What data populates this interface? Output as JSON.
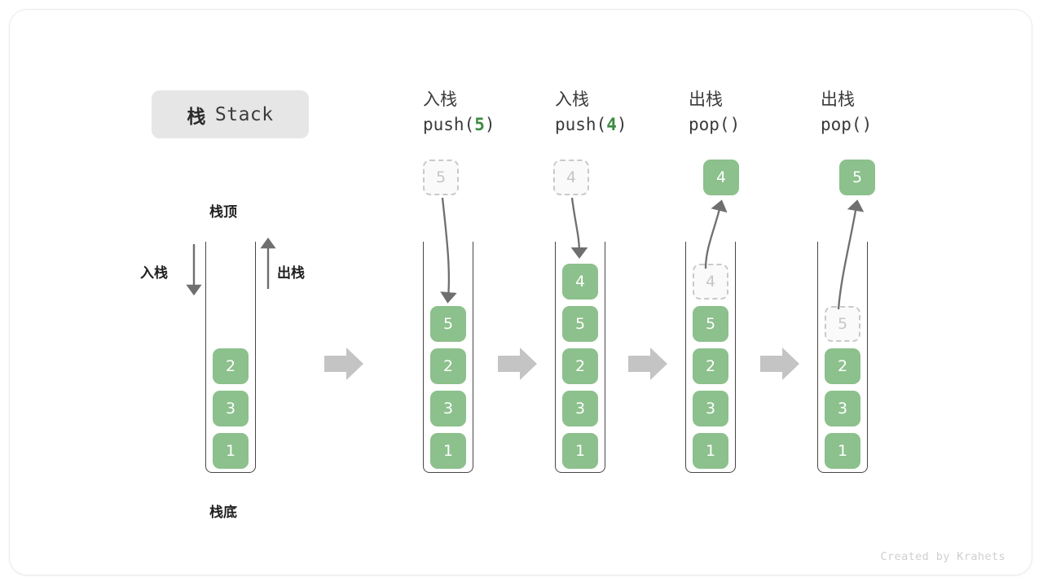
{
  "title": {
    "cn": "栈",
    "en": "Stack"
  },
  "labels": {
    "top": "栈顶",
    "bottom": "栈底",
    "push": "入栈",
    "pop": "出栈"
  },
  "footer": "Created by Krahets",
  "colors": {
    "element_green": "#8cc08c",
    "arrow_gray": "#c4c4c4",
    "ghost_border": "#c9c9c9",
    "accent_green_text": "#3d8b40",
    "badge_bg": "#e6e6e6"
  },
  "stages": [
    {
      "id": "initial",
      "op_cn": "",
      "op_code": "",
      "op_arg": "",
      "float_box": null,
      "cells": [
        {
          "value": "2",
          "state": "filled"
        },
        {
          "value": "3",
          "state": "filled"
        },
        {
          "value": "1",
          "state": "filled"
        }
      ]
    },
    {
      "id": "push-5",
      "op_cn": "入栈",
      "op_code_pre": "push(",
      "op_arg": "5",
      "op_code_post": ")",
      "float_box": {
        "value": "5",
        "state": "ghost"
      },
      "cells": [
        {
          "value": "5",
          "state": "filled"
        },
        {
          "value": "2",
          "state": "filled"
        },
        {
          "value": "3",
          "state": "filled"
        },
        {
          "value": "1",
          "state": "filled"
        }
      ]
    },
    {
      "id": "push-4",
      "op_cn": "入栈",
      "op_code_pre": "push(",
      "op_arg": "4",
      "op_code_post": ")",
      "float_box": {
        "value": "4",
        "state": "ghost"
      },
      "cells": [
        {
          "value": "4",
          "state": "filled"
        },
        {
          "value": "5",
          "state": "filled"
        },
        {
          "value": "2",
          "state": "filled"
        },
        {
          "value": "3",
          "state": "filled"
        },
        {
          "value": "1",
          "state": "filled"
        }
      ]
    },
    {
      "id": "pop-4",
      "op_cn": "出栈",
      "op_code_pre": "pop(",
      "op_arg": "",
      "op_code_post": ")",
      "float_box": {
        "value": "4",
        "state": "filled"
      },
      "cells": [
        {
          "value": "4",
          "state": "ghost"
        },
        {
          "value": "5",
          "state": "filled"
        },
        {
          "value": "2",
          "state": "filled"
        },
        {
          "value": "3",
          "state": "filled"
        },
        {
          "value": "1",
          "state": "filled"
        }
      ]
    },
    {
      "id": "pop-5",
      "op_cn": "出栈",
      "op_code_pre": "pop(",
      "op_arg": "",
      "op_code_post": ")",
      "float_box": {
        "value": "5",
        "state": "filled"
      },
      "cells": [
        {
          "value": "5",
          "state": "ghost"
        },
        {
          "value": "2",
          "state": "filled"
        },
        {
          "value": "3",
          "state": "filled"
        },
        {
          "value": "1",
          "state": "filled"
        }
      ]
    }
  ]
}
